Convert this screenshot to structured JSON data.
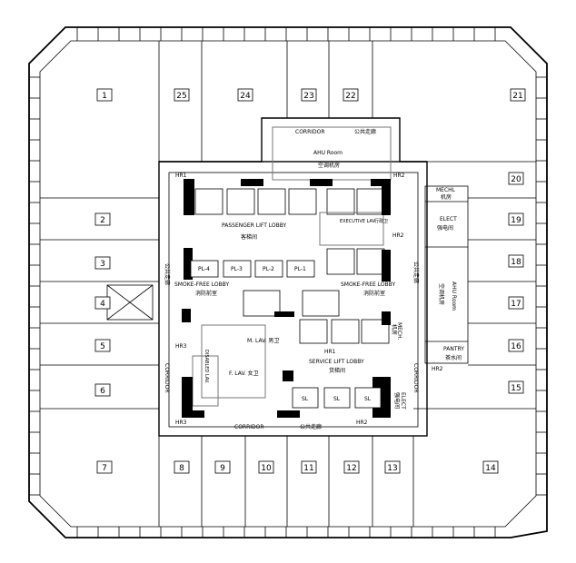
{
  "units": [
    "1",
    "2",
    "3",
    "4",
    "5",
    "6",
    "7",
    "8",
    "9",
    "10",
    "11",
    "12",
    "13",
    "14",
    "15",
    "16",
    "17",
    "18",
    "19",
    "20",
    "21",
    "22",
    "23",
    "24",
    "25"
  ],
  "core": {
    "corridor_top": "CORRIDOR",
    "corridor_top_cn": "公共走廊",
    "corridor_bottom": "CORRIDOR",
    "corridor_bottom_cn": "公共走廊",
    "corridor_left": "CORRIDOR",
    "corridor_left_cn": "公共走廊",
    "corridor_right": "CORRIDOR",
    "corridor_right_cn": "公共走廊",
    "ahu_room": "AHU Room",
    "ahu_room_cn": "空调机房",
    "passenger_lobby": "PASSENGER LIFT LOBBY",
    "passenger_lobby_cn": "客梯间",
    "executive_lav": "EXECUTIVE LAV.",
    "executive_lav_cn": "行政卫",
    "passenger_lifts": [
      "PL-4",
      "PL-3",
      "PL-2",
      "PL-1"
    ],
    "smoke_lobby_left": "SMOKE-FREE LOBBY",
    "smoke_lobby_left_cn": "消防前室",
    "smoke_lobby_right": "SMOKE-FREE LOBBY",
    "smoke_lobby_right_cn": "消防前室",
    "m_lav": "M. LAV. 男卫",
    "f_lav": "F. LAV. 女卫",
    "disabled_lav": "DISABLED LAV.",
    "service_lobby": "SERVICE LIFT LOBBY",
    "service_lobby_cn": "货梯间",
    "service_lifts": [
      "SL",
      "SL",
      "SL"
    ],
    "mech": "MECH.",
    "mech_cn": "机房",
    "elect": "ELECT",
    "elect_cn": "强电间",
    "hr": [
      "HR1",
      "HR2",
      "HR2",
      "HR3",
      "HR3",
      "HR1",
      "HR2",
      "HR2"
    ]
  },
  "service_strip": {
    "mechl": "MECHL",
    "mechl_cn": "机房",
    "elect": "ELECT",
    "elect_cn": "强电间",
    "ahu": "AHU Room",
    "ahu_cn": "空调机房",
    "pantry": "PANTRY",
    "pantry_cn": "茶水间"
  }
}
